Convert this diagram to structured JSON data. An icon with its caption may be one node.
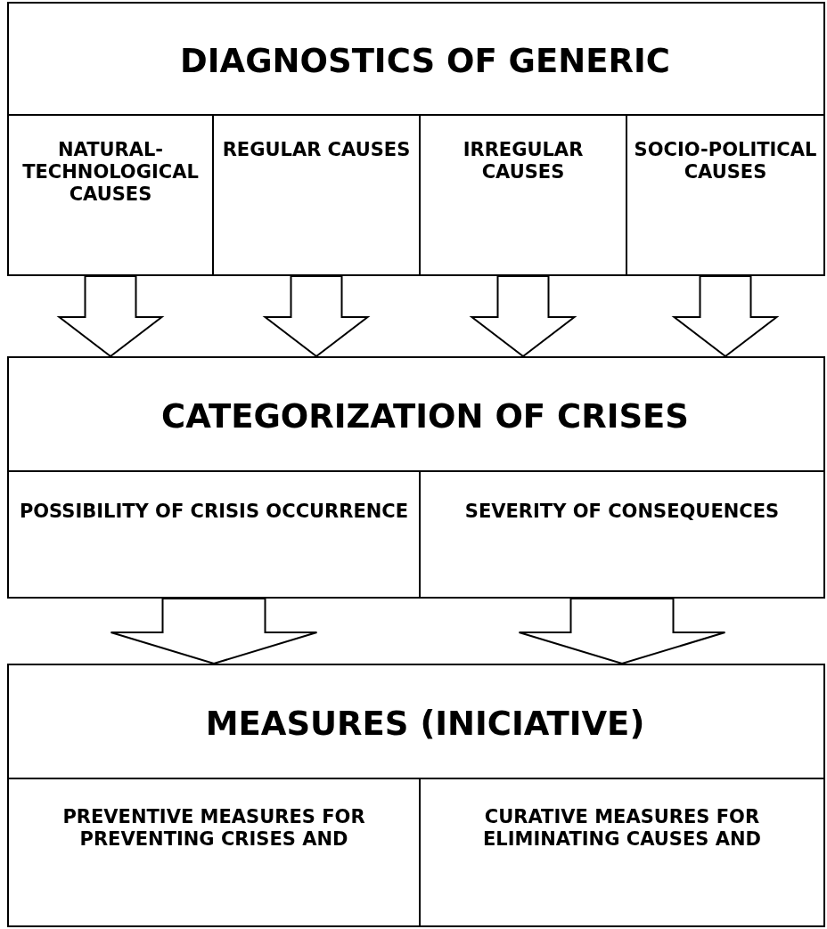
{
  "diagram": {
    "nodes": [
      {
        "text": [
          "DIAGNOSTICS OF GENERIC"
        ]
      },
      {
        "text": [
          "NATURAL-TECHNOLOGICAL CAUSES"
        ],
        "in": 0
      },
      {
        "text": [
          "REGULAR CAUSES"
        ],
        "in": 0
      },
      {
        "text": [
          "IRREGULAR CAUSES"
        ],
        "in": 0
      },
      {
        "text": [
          "SOCIO-POLITICAL CAUSES"
        ],
        "in": 0
      },
      {
        "text": [
          "CATEGORIZATION OF CRISES"
        ]
      },
      {
        "text": [
          "POSSIBILITY OF CRISIS OCCURRENCE"
        ],
        "in": 5
      },
      {
        "text": [
          "SEVERITY OF CONSEQUENCES"
        ],
        "in": 5
      },
      {
        "text": [
          "MEASURES (INICIATIVE)"
        ]
      },
      {
        "text": [
          "PREVENTIVE MEASURES FOR PREVENTING CRISES AND"
        ],
        "in": 8
      },
      {
        "text": [
          "CURATIVE MEASURES FOR ELIMINATING CAUSES AND"
        ],
        "in": 8
      }
    ],
    "edges": [
      {
        "from": 1,
        "to": 5,
        "arrow": "to"
      },
      {
        "from": 2,
        "to": 5,
        "arrow": "to"
      },
      {
        "from": 3,
        "to": 5,
        "arrow": "to"
      },
      {
        "from": 4,
        "to": 5,
        "arrow": "to"
      },
      {
        "from": 6,
        "to": 8,
        "arrow": "to"
      },
      {
        "from": 7,
        "to": 8,
        "arrow": "to"
      }
    ]
  }
}
